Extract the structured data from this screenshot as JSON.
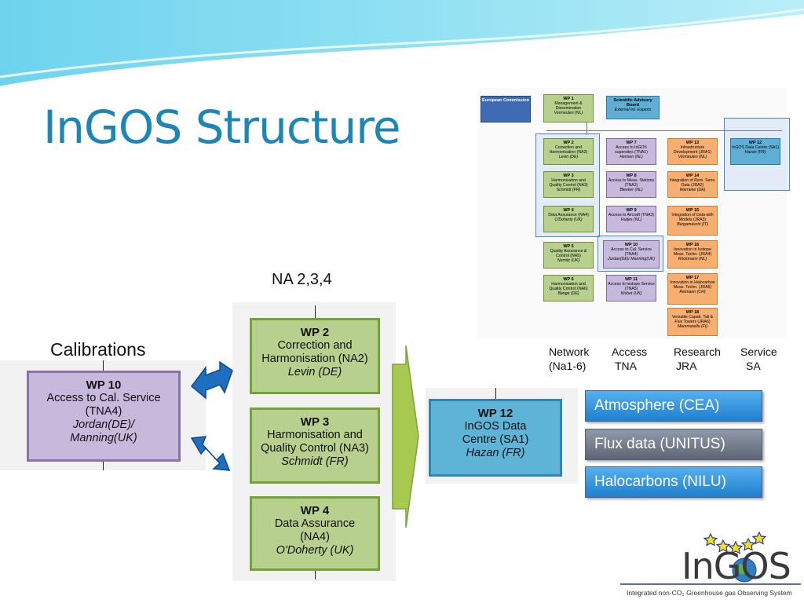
{
  "slide": {
    "title": "InGOS Structure",
    "na_label": "NA 2,3,4",
    "calibrations_label": "Calibrations"
  },
  "org_chart": {
    "european_commission": {
      "title": "European Commission"
    },
    "wp1": {
      "id": "WP 1",
      "name": "Management & Dissemination",
      "lead": "Vermeulen (NL)"
    },
    "sab": {
      "id": "Scientific Advisory Board",
      "lead": "External Int. Experts"
    },
    "na_column": [
      {
        "id": "WP 2",
        "name": "Correction and Harmonisation (NA2)",
        "lead": "Levin (DE)"
      },
      {
        "id": "WP 3",
        "name": "Harmonisation and Quality Control (NA3)",
        "lead": "Schmidt (FR)"
      },
      {
        "id": "WP 4",
        "name": "Data Assurance (NA4)",
        "lead": "O'Doherty (UK)"
      },
      {
        "id": "WP 5",
        "name": "Quality Assurance & Control (NA5)",
        "lead": "Nemitz (UK)"
      },
      {
        "id": "WP 6",
        "name": "Harmonisation and Quality Control (NA6)",
        "lead": "Bange (DE)"
      }
    ],
    "tna_column": [
      {
        "id": "WP 7",
        "name": "Access to InGOS supersites (TNA1)",
        "lead": "Hensen (NL)"
      },
      {
        "id": "WP 8",
        "name": "Access to Meas. Stations (TNA2)",
        "lead": "Bleeker (NL)"
      },
      {
        "id": "WP 9",
        "name": "Access to Aircraft (TNA3)",
        "lead": "Hutjes (NL)"
      },
      {
        "id": "WP 10",
        "name": "Access to Cal. Service (TNA4)",
        "lead": "Jordan(DE)/ Manning(UK)"
      },
      {
        "id": "WP 11",
        "name": "Access to Isotope Service (TNA5)",
        "lead": "Nisbet (UK)"
      }
    ],
    "jra_column": [
      {
        "id": "WP 13",
        "name": "Infrastructure Development (JRA1)",
        "lead": "Vermeulen (NL)"
      },
      {
        "id": "WP 14",
        "name": "Integration of Rem. Sens. Data (JRA2)",
        "lead": "Warneke (DE)"
      },
      {
        "id": "WP 15",
        "name": "Integration of Data with Models (JRA3)",
        "lead": "Bergamaschi (IT)"
      },
      {
        "id": "WP 16",
        "name": "Innovation in Isotope Meas. Techn. (JRA4)",
        "lead": "Röckmann (NL)"
      },
      {
        "id": "WP 17",
        "name": "Innovation in Halocarbon Meas. Techn. (JRA5)",
        "lead": "Reimann (CH)"
      },
      {
        "id": "WP 18",
        "name": "Versatile Capab. Tall & Flux Towers (JRA6)",
        "lead": "Mammarella (FI)"
      }
    ],
    "wp12": {
      "id": "WP 12",
      "name": "InGOS Data Centre (SA1)",
      "lead": "Hazan (FR)"
    }
  },
  "column_labels": [
    {
      "top": "Network",
      "bottom": "(Na1-6)"
    },
    {
      "top": "Access",
      "bottom": "TNA"
    },
    {
      "top": "Research",
      "bottom": "JRA"
    },
    {
      "top": "Service",
      "bottom": "SA"
    }
  ],
  "flow": {
    "wp10": {
      "id": "WP 10",
      "name": "Access to Cal. Service (TNA4)",
      "lead1": "Jordan(DE)/",
      "lead2": "Manning(UK)"
    },
    "wp2": {
      "id": "WP 2",
      "name": "Correction and Harmonisation (NA2)",
      "lead": "Levin (DE)"
    },
    "wp3": {
      "id": "WP 3",
      "name": "Harmonisation and Quality Control (NA3)",
      "lead": "Schmidt (FR)"
    },
    "wp4": {
      "id": "WP 4",
      "name": "Data Assurance (NA4)",
      "lead": "O'Doherty (UK)"
    },
    "wp12": {
      "id": "WP 12",
      "name": "InGOS Data Centre (SA1)",
      "lead": "Hazan (FR)"
    }
  },
  "data_pills": [
    {
      "label": "Atmosphere (CEA)",
      "style": "bright"
    },
    {
      "label": "Flux data (UNITUS)",
      "style": "dark"
    },
    {
      "label": "Halocarbons (NILU)",
      "style": "bright"
    }
  ],
  "logo": {
    "text": "InGOS",
    "tagline": "Integrated non-CO₂ Greenhouse gas Observing System"
  },
  "colors": {
    "title": "#1b86b7",
    "green_box": "#b8d08d",
    "purple_box": "#c7b9dc",
    "blue_box": "#5eb4d6",
    "arrow_blue": "#1f6fc0",
    "big_arrow_green": "#a7c94f"
  }
}
